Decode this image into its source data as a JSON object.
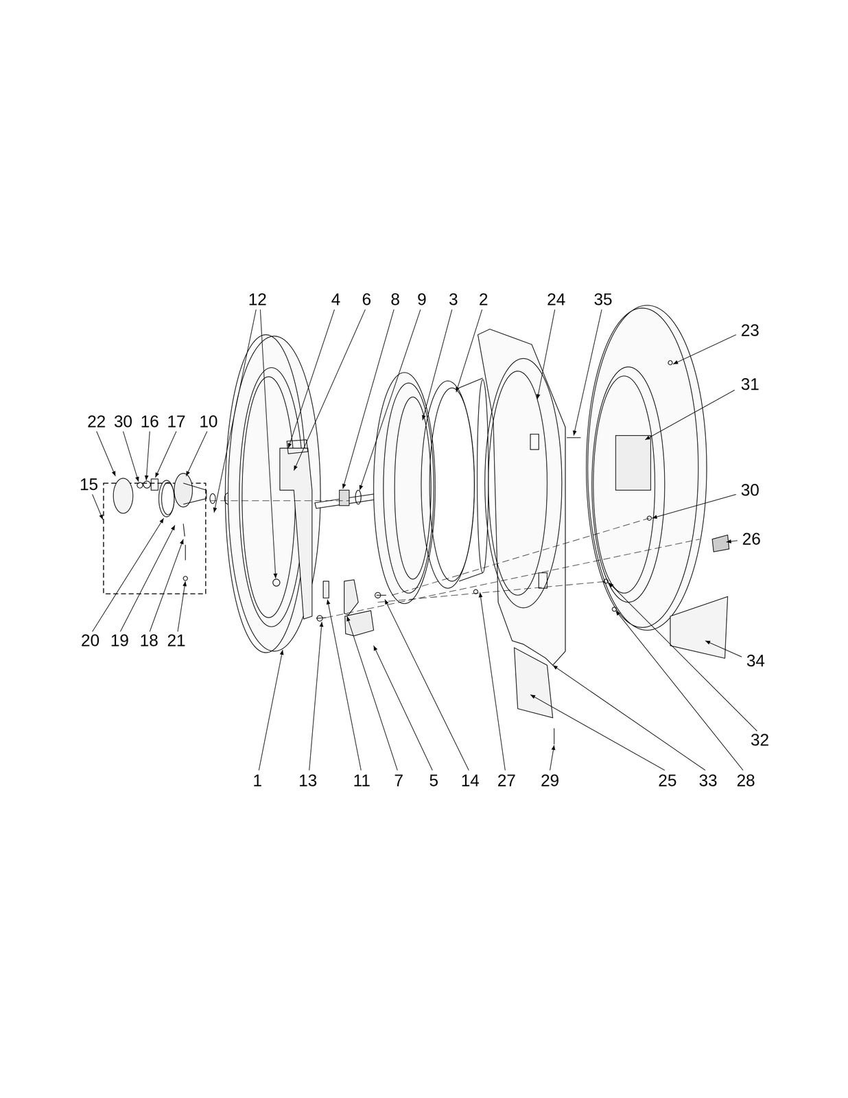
{
  "diagram": {
    "labels": [
      "12",
      "4",
      "6",
      "8",
      "9",
      "3",
      "2",
      "24",
      "35",
      "23",
      "31",
      "22",
      "30",
      "16",
      "17",
      "10",
      "15",
      "30",
      "26",
      "34",
      "20",
      "19",
      "18",
      "21",
      "1",
      "13",
      "11",
      "7",
      "5",
      "14",
      "27",
      "29",
      "25",
      "33",
      "28",
      "32"
    ]
  }
}
